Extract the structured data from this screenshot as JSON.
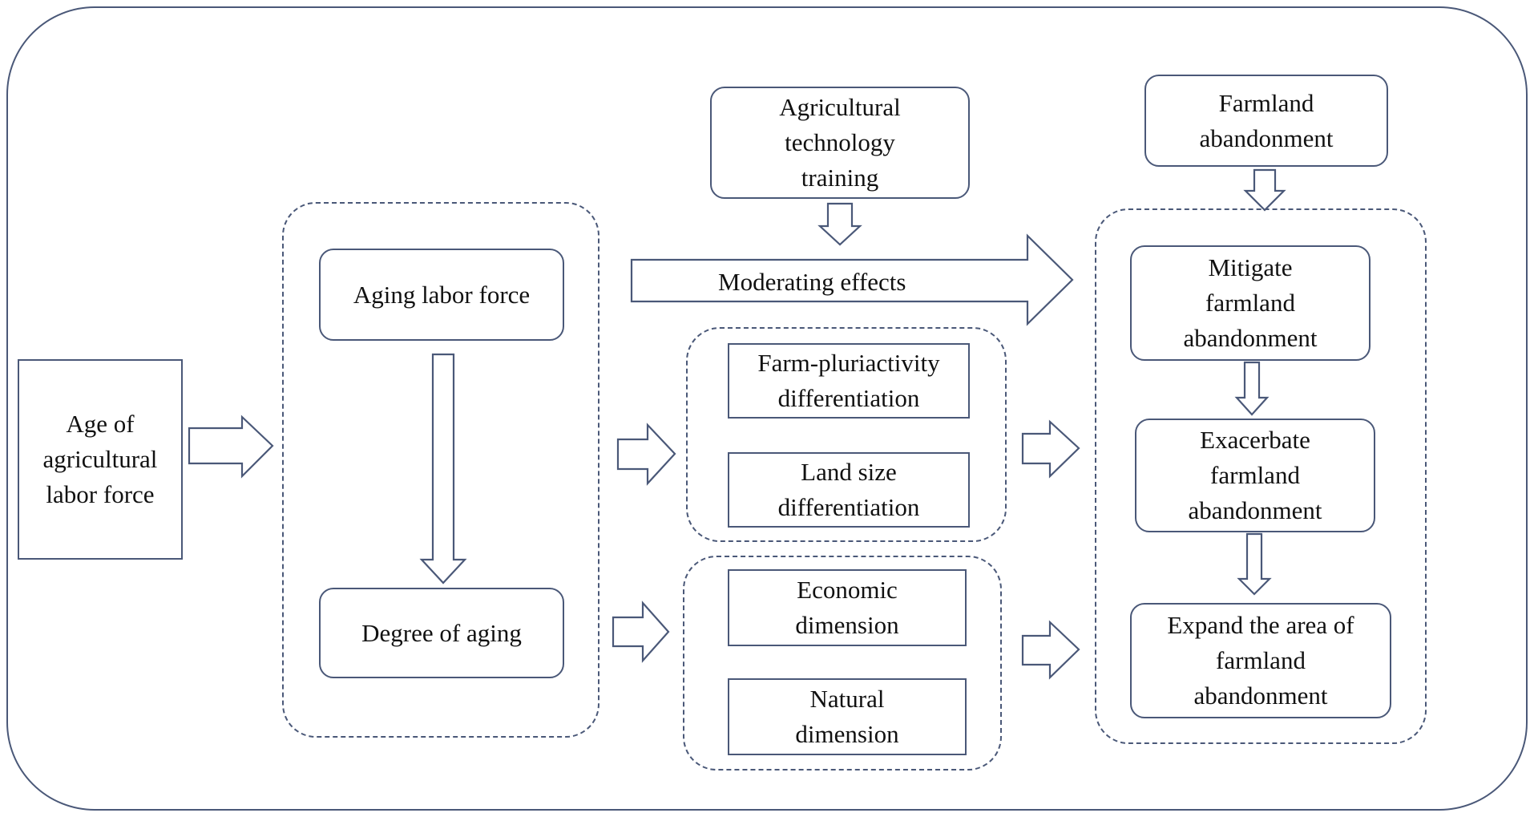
{
  "input": {
    "age_labor_force": "Age of\nagricultural\nlabor force"
  },
  "core": {
    "aging_labor_force": "Aging labor force",
    "degree_of_aging": "Degree of aging"
  },
  "moderator": {
    "tech_training": "Agricultural\ntechnology\ntraining",
    "moderating_effects": "Moderating effects"
  },
  "mechanisms": {
    "farm_pluriactivity": "Farm-pluriactivity\ndifferentiation",
    "land_size": "Land size\ndifferentiation",
    "economic": "Economic\ndimension",
    "natural": "Natural\ndimension"
  },
  "outcome": {
    "farmland_abandonment": "Farmland\nabandonment",
    "mitigate": "Mitigate\nfarmland\nabandonment",
    "exacerbate": "Exacerbate\nfarmland\nabandonment",
    "expand": "Expand the area of\nfarmland\nabandonment"
  },
  "colors": {
    "stroke": "#4a5878",
    "text": "#111111",
    "background": "#ffffff"
  }
}
